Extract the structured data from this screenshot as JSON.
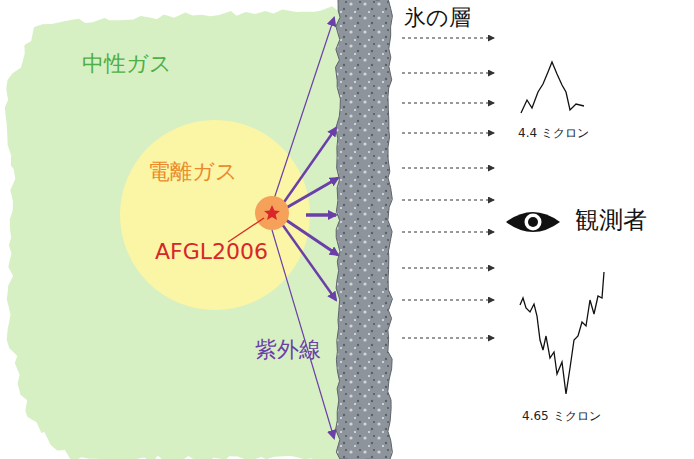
{
  "diagram": {
    "nodes": [
      {
        "text": [
          "中性ガス"
        ]
      },
      {
        "text": [
          "電離ガス"
        ],
        "in": 0
      },
      {
        "text": [
          "氷の層"
        ]
      }
    ],
    "edges": [
      {
        "from": 1,
        "to": 2,
        "arrow": "to"
      }
    ],
    "labels": [
      "AFGL2006",
      "紫外線",
      "観測者",
      "4.4 ミクロン",
      "4.65 ミクロン"
    ]
  }
}
